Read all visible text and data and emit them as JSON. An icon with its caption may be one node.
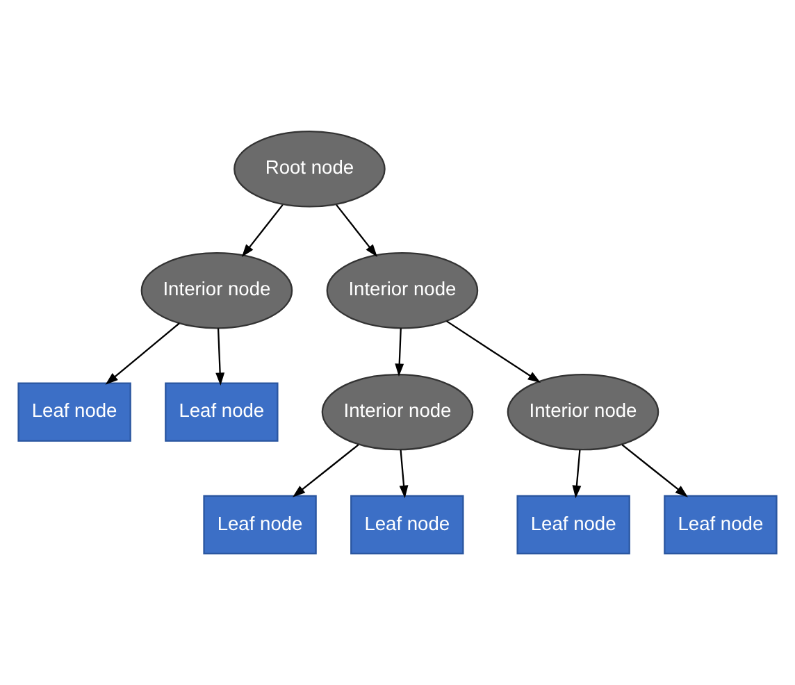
{
  "diagram": {
    "nodes": [
      {
        "text": [
          "Root node"
        ]
      },
      {
        "text": [
          "Interior node"
        ]
      },
      {
        "text": [
          "Interior node"
        ]
      },
      {
        "text": [
          "Leaf node"
        ]
      },
      {
        "text": [
          "Leaf node"
        ]
      },
      {
        "text": [
          "Interior node"
        ]
      },
      {
        "text": [
          "Interior node"
        ]
      },
      {
        "text": [
          "Leaf node"
        ]
      },
      {
        "text": [
          "Leaf node"
        ]
      },
      {
        "text": [
          "Leaf node"
        ]
      },
      {
        "text": [
          "Leaf node"
        ]
      }
    ],
    "edges": [
      {
        "from": 0,
        "to": 1,
        "arrow": "to"
      },
      {
        "from": 0,
        "to": 2,
        "arrow": "to"
      },
      {
        "from": 1,
        "to": 3,
        "arrow": "to"
      },
      {
        "from": 1,
        "to": 4,
        "arrow": "to"
      },
      {
        "from": 2,
        "to": 5,
        "arrow": "to"
      },
      {
        "from": 2,
        "to": 6,
        "arrow": "to"
      },
      {
        "from": 5,
        "to": 7,
        "arrow": "to"
      },
      {
        "from": 5,
        "to": 8,
        "arrow": "to"
      },
      {
        "from": 6,
        "to": 9,
        "arrow": "to"
      },
      {
        "from": 6,
        "to": 10,
        "arrow": "to"
      }
    ]
  }
}
